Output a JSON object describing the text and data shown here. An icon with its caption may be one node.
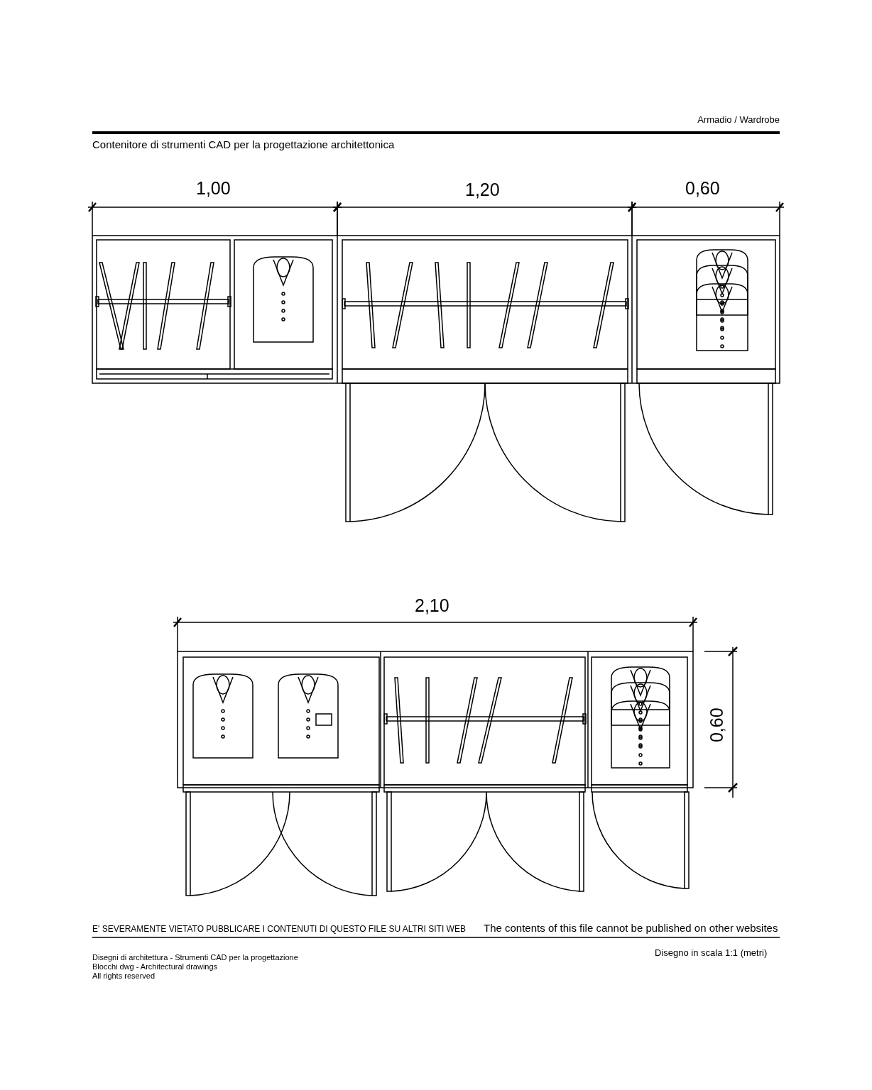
{
  "diagram": {
    "title": "Armadio / Wardrobe",
    "labels": [
      "Contenitore di strumenti CAD per la progettazione architettonica",
      "1,00",
      "1,20",
      "0,60",
      "2,10",
      "0,60",
      "E' SEVERAMENTE VIETATO PUBBLICARE I CONTENUTI DI QUESTO FILE SU ALTRI SITI WEB",
      "The contents of this file cannot be published on other websites",
      "Disegni di architettura - Strumenti CAD per la progettazione",
      "Blocchi dwg - Architectural drawings",
      "All rights reserved",
      "Disegno in scala 1:1 (metri)"
    ]
  }
}
